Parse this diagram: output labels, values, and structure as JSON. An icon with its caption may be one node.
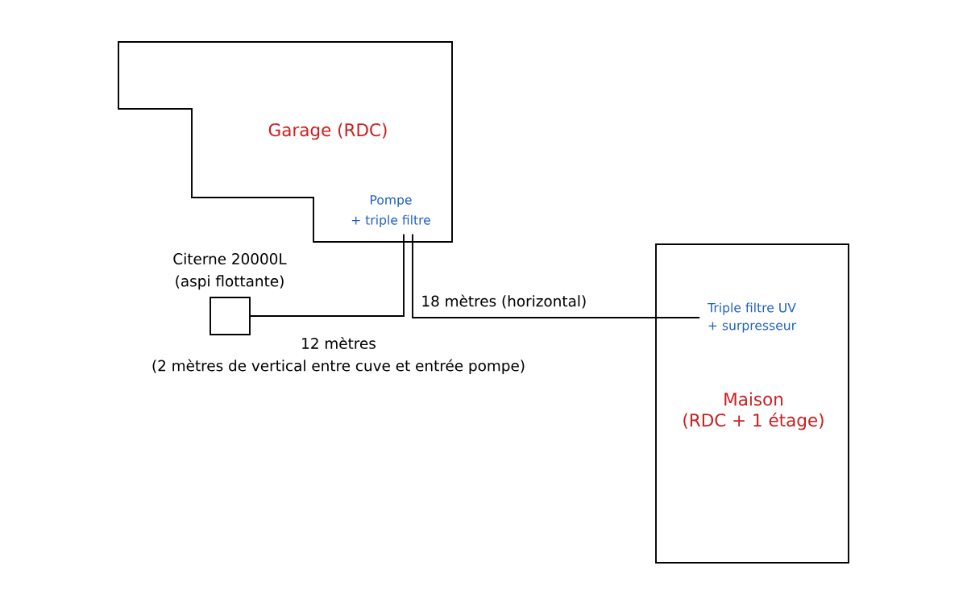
{
  "diagram": {
    "nodes": [
      {
        "text": [
          "Garage (RDC)"
        ]
      },
      {
        "text": [
          "Pompe + triple filtre"
        ],
        "in": 0
      },
      {
        "text": [
          "Citerne 20000L (aspi flottante)"
        ]
      },
      {
        "text": [
          "Maison (RDC + 1 étage)"
        ]
      },
      {
        "text": [
          "Triple filtre UV + surpresseur"
        ],
        "in": 3
      }
    ],
    "edges": [
      {
        "from": 2,
        "to": 1,
        "arrow": "none",
        "label": "12 mètres (2 mètres de vertical entre cuve et entrée pompe)"
      },
      {
        "from": 1,
        "to": 4,
        "arrow": "none",
        "label": "18 mètres (horizontal)"
      }
    ]
  }
}
